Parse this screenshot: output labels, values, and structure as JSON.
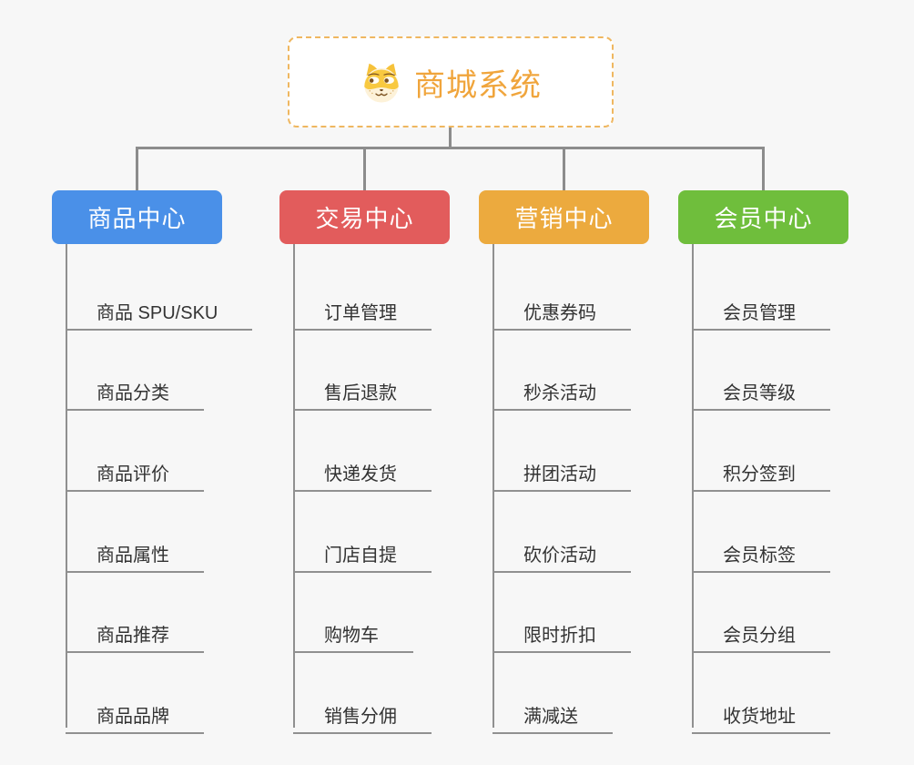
{
  "canvas": {
    "background": "#f7f7f7"
  },
  "root": {
    "title": "商城系统",
    "icon": "doge-icon",
    "text_color": "#f0a53c",
    "border_color": "#efb760"
  },
  "connector_color": "#8c8c8c",
  "leaf_style": {
    "text_color": "#333333",
    "line_color": "#909090"
  },
  "branches": [
    {
      "label": "商品中心",
      "color": "#4a90e8",
      "items": [
        "商品 SPU/SKU",
        "商品分类",
        "商品评价",
        "商品属性",
        "商品推荐",
        "商品品牌"
      ]
    },
    {
      "label": "交易中心",
      "color": "#e25c5c",
      "items": [
        "订单管理",
        "售后退款",
        "快递发货",
        "门店自提",
        "购物车",
        "销售分佣"
      ]
    },
    {
      "label": "营销中心",
      "color": "#ecaa3e",
      "items": [
        "优惠券码",
        "秒杀活动",
        "拼团活动",
        "砍价活动",
        "限时折扣",
        "满减送"
      ]
    },
    {
      "label": "会员中心",
      "color": "#6fbe3c",
      "items": [
        "会员管理",
        "会员等级",
        "积分签到",
        "会员标签",
        "会员分组",
        "收货地址"
      ]
    }
  ]
}
